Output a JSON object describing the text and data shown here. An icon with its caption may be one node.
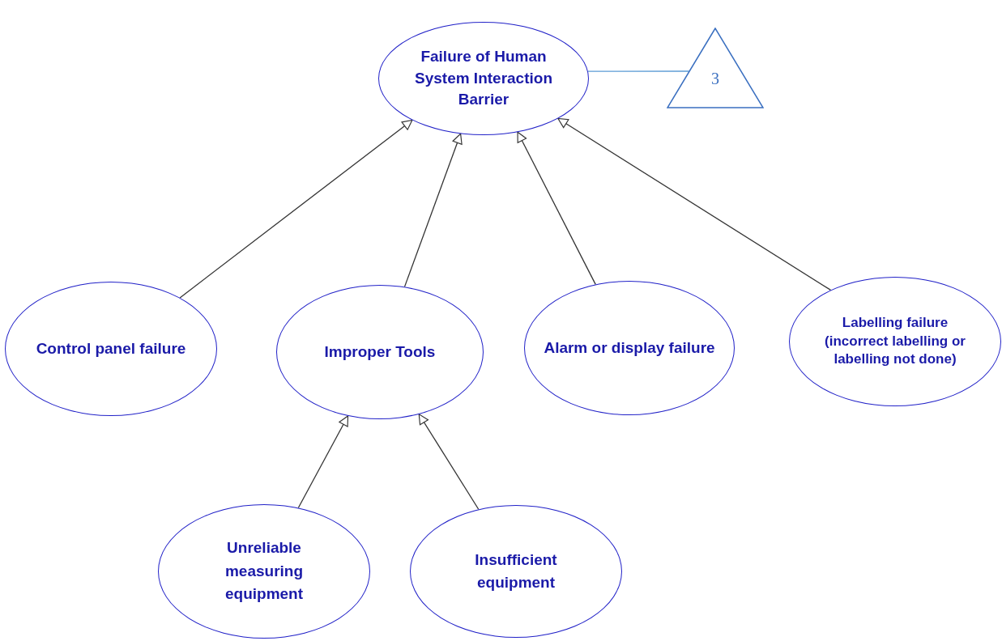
{
  "diagram": {
    "nodes": [
      {
        "text": [
          "Failure of Human System Interaction Barrier"
        ]
      },
      {
        "text": [
          "Control panel failure"
        ]
      },
      {
        "text": [
          "Improper Tools"
        ]
      },
      {
        "text": [
          "Alarm or display failure"
        ]
      },
      {
        "text": [
          "Labelling failure (incorrect labelling or labelling not done)"
        ]
      },
      {
        "text": [
          "Unreliable measuring equipment"
        ]
      },
      {
        "text": [
          "Insufficient equipment"
        ]
      },
      {
        "text": [
          "3"
        ]
      }
    ],
    "edges": [
      {
        "from": 1,
        "to": 0,
        "arrow": "to"
      },
      {
        "from": 2,
        "to": 0,
        "arrow": "to"
      },
      {
        "from": 3,
        "to": 0,
        "arrow": "to"
      },
      {
        "from": 4,
        "to": 0,
        "arrow": "to"
      },
      {
        "from": 5,
        "to": 2,
        "arrow": "to"
      },
      {
        "from": 6,
        "to": 2,
        "arrow": "to"
      },
      {
        "from": 0,
        "to": 7,
        "arrow": "none",
        "color": "#5b9bd5"
      }
    ]
  }
}
